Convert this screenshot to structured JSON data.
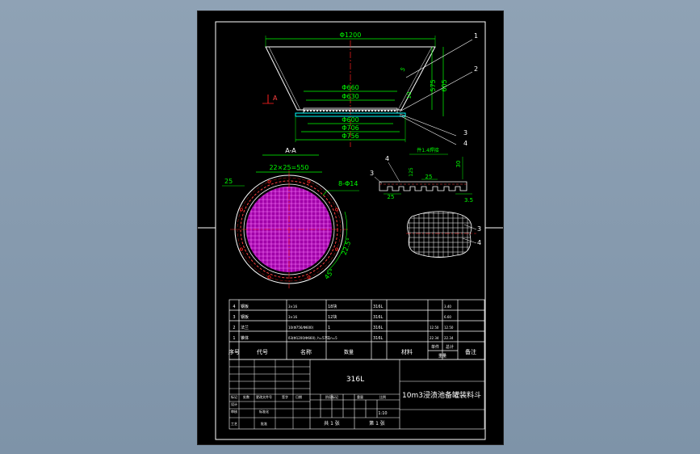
{
  "colors": {
    "background": "#8a9db0",
    "sheet": "#000000",
    "frame": "#ffffff",
    "dimension": "#00ff00",
    "center_line": "#ff2020",
    "screen_fill": "#b000b0",
    "text": "#ffffff",
    "leader": "#ffffff"
  },
  "top_view": {
    "dims": {
      "d1200": "Φ1200",
      "d660": "Φ660",
      "d630": "Φ630",
      "d600": "Φ600",
      "d706": "Φ706",
      "d756": "Φ756",
      "h575": "575",
      "h605": "605",
      "t5": "5",
      "t10": "10"
    },
    "section_marker": "A"
  },
  "section_view": {
    "title": "A-A",
    "grid_dim": "22×25=550",
    "holes": "8-Φ14",
    "left_25": "25",
    "angle_225": "22.5°",
    "angle_45": "45°"
  },
  "detail_view": {
    "title": "件1.4焊接",
    "d1": "25",
    "d2": "25",
    "d3": "3.5",
    "d4": "30",
    "d5": "125"
  },
  "callouts": [
    "1",
    "2",
    "3",
    "4"
  ],
  "bom": {
    "rows": [
      {
        "no": "4",
        "code": "",
        "name": "钢板",
        "spec": "3×16",
        "qty": "18块",
        "material": "316L",
        "unit": "",
        "total": "3.40"
      },
      {
        "no": "3",
        "code": "",
        "name": "钢板",
        "spec": "3×16",
        "qty": "12块",
        "material": "316L",
        "unit": "",
        "total": "6.60"
      },
      {
        "no": "2",
        "code": "",
        "name": "法兰",
        "spec": "10(Φ756/Φ600)",
        "qty": "1",
        "material": "316L",
        "unit": "12.50",
        "total": "12.50"
      },
      {
        "no": "1",
        "code": "",
        "name": "锥体",
        "spec": "δ3(Φ1200/Φ660), h=575, n=5",
        "qty": "1",
        "material": "316L",
        "unit": "22.34",
        "total": "22.34"
      }
    ],
    "headers": {
      "no": "序号",
      "code": "代号",
      "name": "名称",
      "qty": "数量",
      "material": "材料",
      "unit": "单件",
      "total": "总计",
      "weight": "重量",
      "remark": "备注"
    }
  },
  "title_block": {
    "material": "316L",
    "drawing_title": "10m3浸渍池备罐装料斗",
    "labels": [
      "标记",
      "处数",
      "更改文件号",
      "签字",
      "日期",
      "设计",
      "审核",
      "工艺",
      "标准化",
      "批准",
      "阶段标记",
      "重量",
      "比例"
    ],
    "scale": "1:10",
    "sheet_total": "共 1 张",
    "sheet_no": "第 1 张"
  }
}
